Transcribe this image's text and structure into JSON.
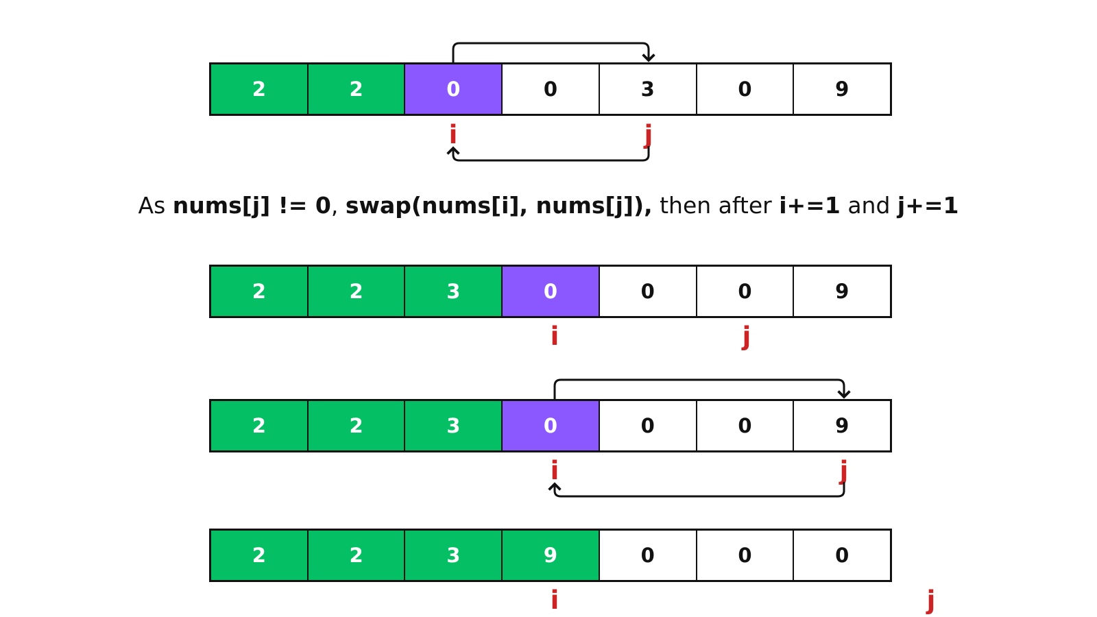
{
  "caption": {
    "p1": "As ",
    "b1": "nums[j] != 0",
    "p2": ", ",
    "b2": "swap(nums[i], nums[j]),",
    "p3": " then after ",
    "b3": "i+=1",
    "p4": " and ",
    "b4": "j+=1"
  },
  "rows": [
    {
      "cells": [
        "2",
        "2",
        "0",
        "0",
        "3",
        "0",
        "9"
      ],
      "states": [
        "done",
        "done",
        "zero-ptr",
        "plain",
        "plain",
        "plain",
        "plain"
      ],
      "i_label": "i",
      "j_label": "j"
    },
    {
      "cells": [
        "2",
        "2",
        "3",
        "0",
        "0",
        "0",
        "9"
      ],
      "states": [
        "done",
        "done",
        "done",
        "zero-ptr",
        "plain",
        "plain",
        "plain"
      ],
      "i_label": "i",
      "j_label": "j"
    },
    {
      "cells": [
        "2",
        "2",
        "3",
        "0",
        "0",
        "0",
        "9"
      ],
      "states": [
        "done",
        "done",
        "done",
        "zero-ptr",
        "plain",
        "plain",
        "plain"
      ],
      "i_label": "i",
      "j_label": "j"
    },
    {
      "cells": [
        "2",
        "2",
        "3",
        "9",
        "0",
        "0",
        "0"
      ],
      "states": [
        "done",
        "done",
        "done",
        "done",
        "plain",
        "plain",
        "plain"
      ],
      "i_label": "i",
      "j_label": "j"
    }
  ],
  "colors": {
    "done": "#04bf63",
    "zero_pointer": "#8b57ff",
    "pointer_text": "#cc2424"
  }
}
